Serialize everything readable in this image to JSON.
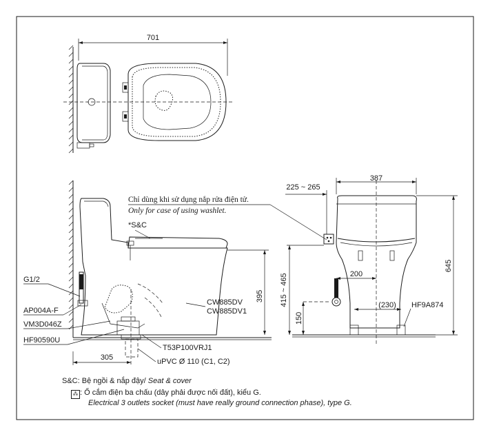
{
  "top_view": {
    "dim_width": "701"
  },
  "side_view": {
    "washlet_note_vi": "Chỉ dùng khi sử dụng nắp rửa điện tử.",
    "washlet_note_en": "Only for case of using washlet.",
    "seat_label": "*S&C",
    "dim_height": "395",
    "dim_rough_in": "305",
    "model_1": "CW885DV",
    "model_2": "CW885DV1",
    "parts": {
      "g12": "G1/2",
      "ap004a": "AP004A-F",
      "vm3d046z": "VM3D046Z",
      "hf90590u": "HF90590U",
      "t53p100vrj1": "T53P100VRJ1",
      "upvc": "uPVC Ø 110 (C1, C2)"
    }
  },
  "front_view": {
    "dim_socket_range": "225 ~ 265",
    "dim_width": "387",
    "dim_height": "645",
    "dim_supply_height": "415 ~ 465",
    "dim_200": "200",
    "dim_150": "150",
    "dim_230": "(230)",
    "part_hf9a874": "HF9A874"
  },
  "legend": {
    "sc_key": "S&C",
    "sc_text": ": Bệ ngồi & nắp đậy/ ",
    "sc_text_en": "Seat & cover",
    "socket_text_vi": ": Ổ cắm điện ba chấu (dây phải được nối đất), kiểu G.",
    "socket_text_en": "Electrical 3 outlets socket (must have really ground connection phase), type G."
  }
}
